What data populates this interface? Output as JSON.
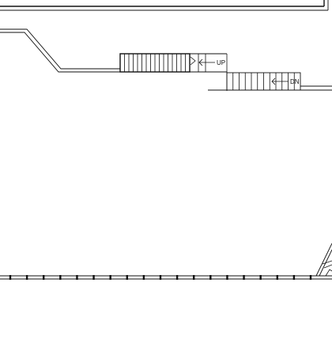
{
  "drawing": {
    "stair_up": {
      "label": "UP"
    },
    "stair_down": {
      "label": "DN"
    },
    "stair_up_treads": 16,
    "stair_down_treads": 12,
    "fence_posts": 19
  },
  "colors": {
    "ink": "#111111",
    "paper": "#ffffff"
  }
}
